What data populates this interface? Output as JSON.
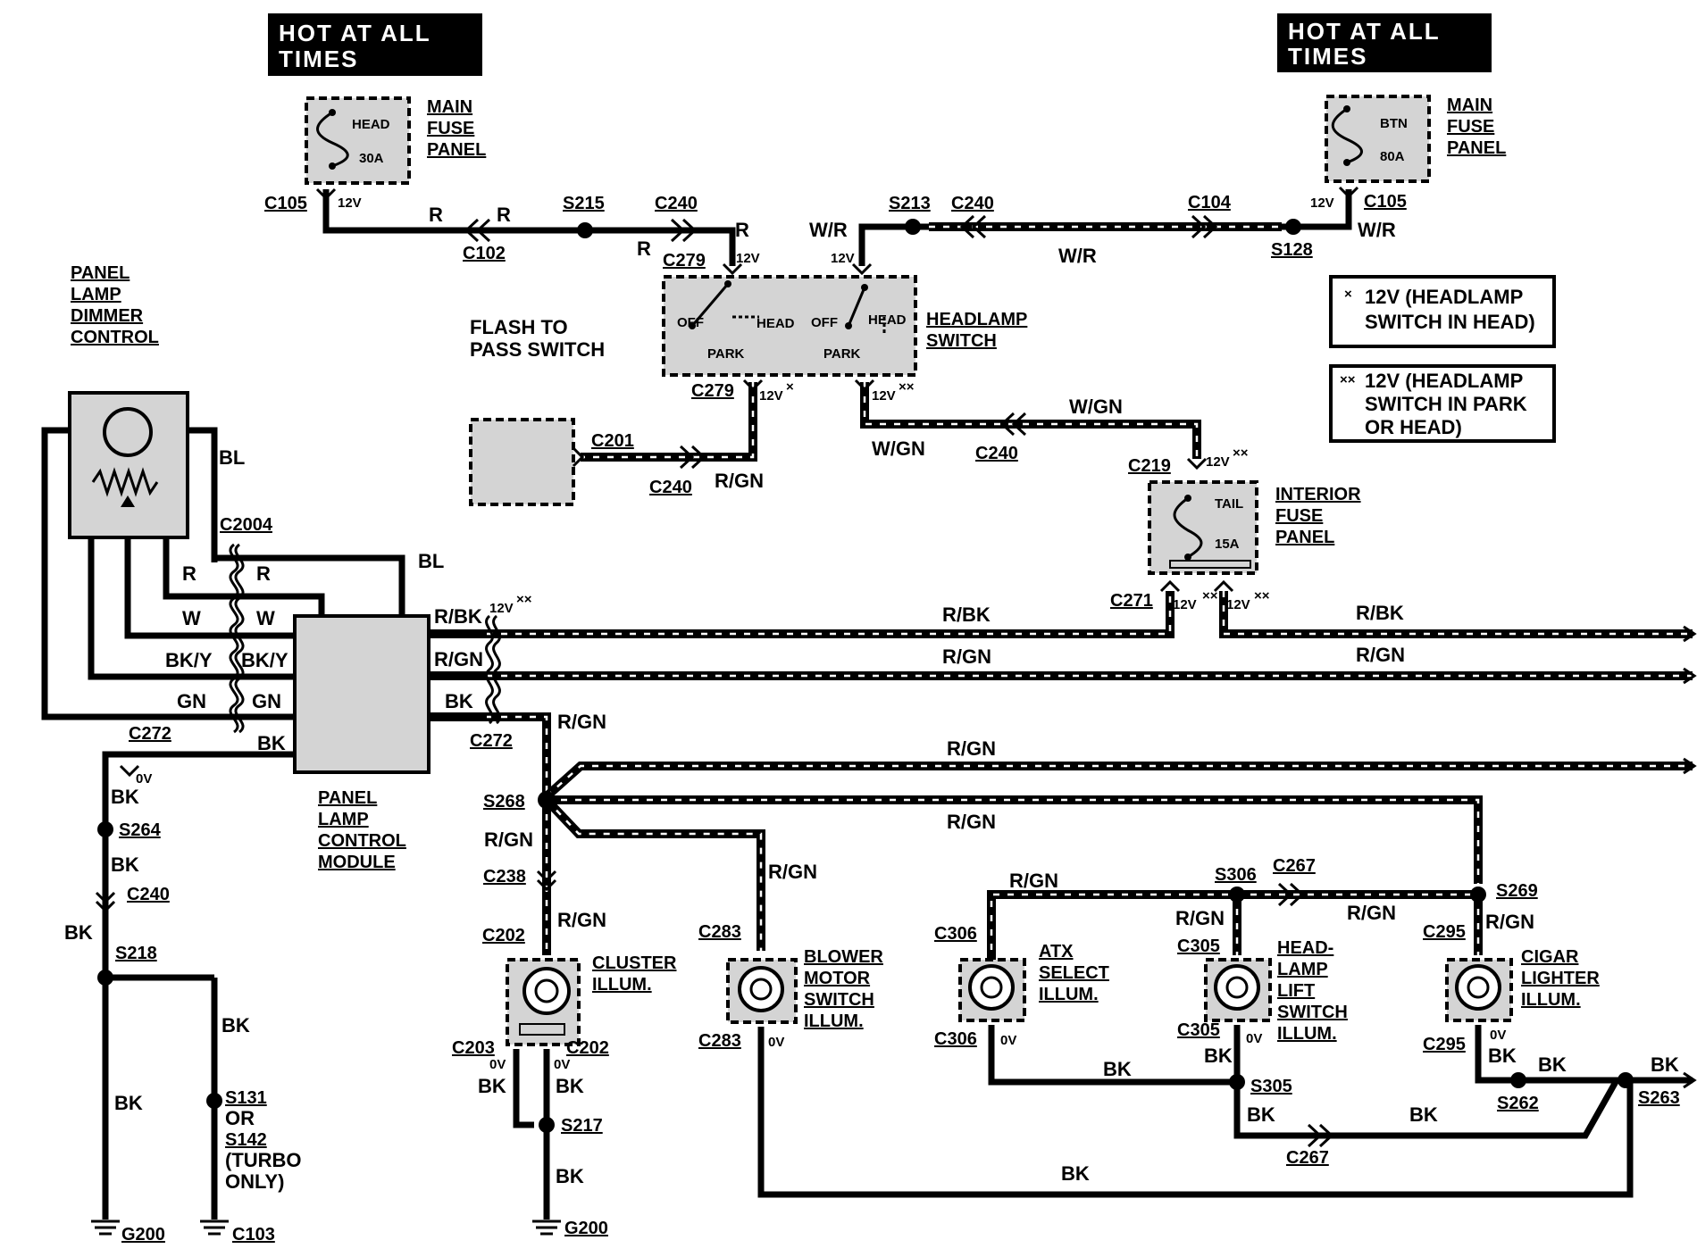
{
  "hot_labels": {
    "left": [
      "HOT AT ALL",
      "TIMES"
    ],
    "right": [
      "HOT AT ALL",
      "TIMES"
    ]
  },
  "fuse_left": {
    "title": [
      "MAIN",
      "FUSE",
      "PANEL"
    ],
    "name": "HEAD",
    "rating": "30A"
  },
  "fuse_right": {
    "title": [
      "MAIN",
      "FUSE",
      "PANEL"
    ],
    "name": "BTN",
    "rating": "80A"
  },
  "fuse_interior": {
    "title": [
      "INTERIOR",
      "FUSE",
      "PANEL"
    ],
    "name": "TAIL",
    "rating": "15A"
  },
  "headlamp_switch": {
    "title": [
      "HEADLAMP",
      "SWITCH"
    ],
    "off": "OFF",
    "head": "HEAD",
    "park": "PARK"
  },
  "flash_to_pass": [
    "FLASH TO",
    "PASS SWITCH"
  ],
  "dimmer": [
    "PANEL",
    "LAMP",
    "DIMMER",
    "CONTROL"
  ],
  "module": [
    "PANEL",
    "LAMP",
    "CONTROL",
    "MODULE"
  ],
  "legend": {
    "one": {
      "mark": "×",
      "lines": [
        "12V (HEADLAMP",
        "SWITCH IN HEAD)"
      ]
    },
    "two": {
      "mark": "××",
      "lines": [
        "12V (HEADLAMP",
        "SWITCH IN PARK",
        "OR HEAD)"
      ]
    }
  },
  "lamps": {
    "cluster": [
      "CLUSTER",
      "ILLUM."
    ],
    "blower": [
      "BLOWER",
      "MOTOR",
      "SWITCH",
      "ILLUM."
    ],
    "atx": [
      "ATX",
      "SELECT",
      "ILLUM."
    ],
    "headlift": [
      "HEAD-",
      "LAMP",
      "LIFT",
      "SWITCH",
      "ILLUM."
    ],
    "cigar": [
      "CIGAR",
      "LIGHTER",
      "ILLUM."
    ]
  },
  "connectors": {
    "c105": "C105",
    "c102": "C102",
    "s215": "S215",
    "c240": "C240",
    "s213": "S213",
    "c104": "C104",
    "s128": "S128",
    "c279": "C279",
    "c201": "C201",
    "c219": "C219",
    "c271": "C271",
    "c2004": "C2004",
    "c272": "C272",
    "s268": "S268",
    "c238": "C238",
    "c202": "C202",
    "c203": "C203",
    "s217": "S217",
    "c283": "C283",
    "c306": "C306",
    "s306": "S306",
    "c267": "C267",
    "s269": "S269",
    "c305": "C305",
    "c295": "C295",
    "s305": "S305",
    "s262": "S262",
    "s263": "S263",
    "s264": "S264",
    "s218": "S218",
    "s131": "S131",
    "or": "OR",
    "s142": "S142",
    "turbo": [
      "(TURBO",
      "ONLY)"
    ],
    "g200": "G200",
    "c103": "C103"
  },
  "wires": {
    "r": "R",
    "wr": "W/R",
    "wgn": "W/GN",
    "rgn": "R/GN",
    "rbk": "R/BK",
    "bk": "BK",
    "bl": "BL",
    "w": "W",
    "bky": "BK/Y",
    "gn": "GN"
  },
  "voltages": {
    "v12": "12V",
    "v12x": "12V",
    "v12xx": "12V",
    "v0": "0V",
    "x": "×",
    "xx": "××"
  }
}
